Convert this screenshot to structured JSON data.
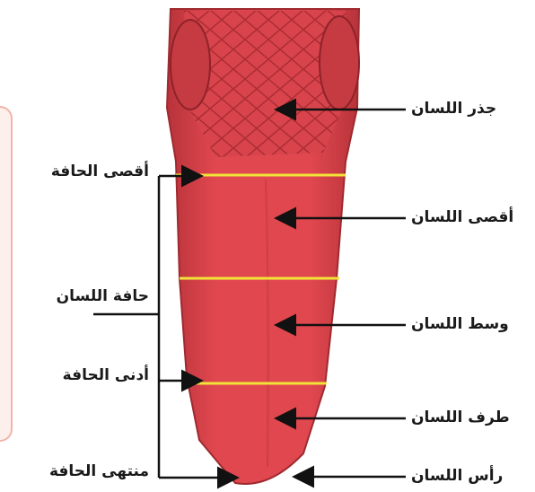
{
  "labels": {
    "right": {
      "root": "جذر اللسان",
      "posterior": "أقصى اللسان",
      "middle": "وسط اللسان",
      "front": "طرف اللسان",
      "tip": "رأس اللسان"
    },
    "left": {
      "far_edge": "أقصى الحافة",
      "edge": "حافة اللسان",
      "near_edge": "أدنى الحافة",
      "end_edge": "منتهى الحافة"
    }
  },
  "colors": {
    "tongue": "#e2474f",
    "tongue_dark": "#b62a32",
    "divider": "#f2e33a",
    "arrow": "#111111",
    "panel_border": "#f0b4a8"
  }
}
